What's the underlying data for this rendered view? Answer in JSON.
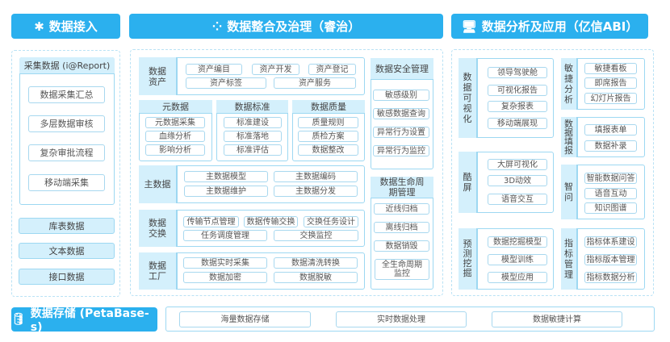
{
  "headers": {
    "ingest": "数据接入",
    "governance": "数据整合及治理（睿治）",
    "analysis": "数据分析及应用（亿信ABI）",
    "storage": "数据存储 (PetaBase-s)"
  },
  "icons": {
    "ingest": "nodes-icon",
    "governance": "dots-icon",
    "analysis": "monitor-icon",
    "storage": "database-icon"
  },
  "colors": {
    "accent": "#2bb0ee",
    "light": "#d4f0fc",
    "border": "#9dd8f2"
  },
  "ingest": {
    "collect_title": "采集数据 (i@Report)",
    "collect_items": [
      "数据采集汇总",
      "多层数据审核",
      "复杂审批流程",
      "移动端采集"
    ],
    "sources": [
      "库表数据",
      "文本数据",
      "接口数据"
    ]
  },
  "governance": {
    "asset": {
      "label": "数据资产",
      "items": [
        "资产编目",
        "资产开发",
        "资产登记",
        "资产标签",
        "资产服务"
      ]
    },
    "meta": {
      "title": "元数据",
      "items": [
        "元数据采集",
        "血缘分析",
        "影响分析"
      ]
    },
    "standard": {
      "title": "数据标准",
      "items": [
        "标准建设",
        "标准落地",
        "标准评估"
      ]
    },
    "quality": {
      "title": "数据质量",
      "items": [
        "质量规则",
        "质检方案",
        "数据整改"
      ]
    },
    "master": {
      "label": "主数据",
      "items": [
        "主数据模型",
        "主数据编码",
        "主数据维护",
        "主数据分发"
      ]
    },
    "exchange": {
      "label": "数据交换",
      "items": [
        "传输节点管理",
        "数据传输交换",
        "交换任务设计",
        "任务调度管理",
        "交换监控"
      ]
    },
    "factory": {
      "label": "数据工厂",
      "items": [
        "数据实时采集",
        "数据清洗转换",
        "数据加密",
        "数据脱敏"
      ]
    },
    "security": {
      "title": "数据安全管理",
      "items": [
        "敏感级别",
        "敏感数据查询",
        "异常行为设置",
        "异常行为监控"
      ]
    },
    "lifecycle": {
      "title": "数据生命周期管理",
      "items": [
        "近线归档",
        "离线归档",
        "数据销毁",
        "全生命周期监控"
      ]
    }
  },
  "analysis": {
    "viz": {
      "label": "数据可视化",
      "items": [
        "领导驾驶舱",
        "可视化报告",
        "复杂报表",
        "移动端展现"
      ]
    },
    "agile": {
      "label": "敏捷分析",
      "items": [
        "敏捷看板",
        "即席报告",
        "幻灯片报告"
      ]
    },
    "fill": {
      "label": "数据填报",
      "items": [
        "填报表单",
        "数据补录"
      ]
    },
    "screen": {
      "label": "酷屏",
      "items": [
        "大屏可视化",
        "3D动效",
        "语音交互"
      ]
    },
    "ask": {
      "label": "智问",
      "items": [
        "智能数据问答",
        "语音互动",
        "知识图谱"
      ]
    },
    "mining": {
      "label": "预测挖掘",
      "items": [
        "数据挖掘模型",
        "模型训练",
        "模型应用"
      ]
    },
    "metric": {
      "label": "指标管理",
      "items": [
        "指标体系建设",
        "指标版本管理",
        "指标数据分析"
      ]
    }
  },
  "storage": {
    "items": [
      "海量数据存储",
      "实时数据处理",
      "数据敏捷计算"
    ]
  }
}
